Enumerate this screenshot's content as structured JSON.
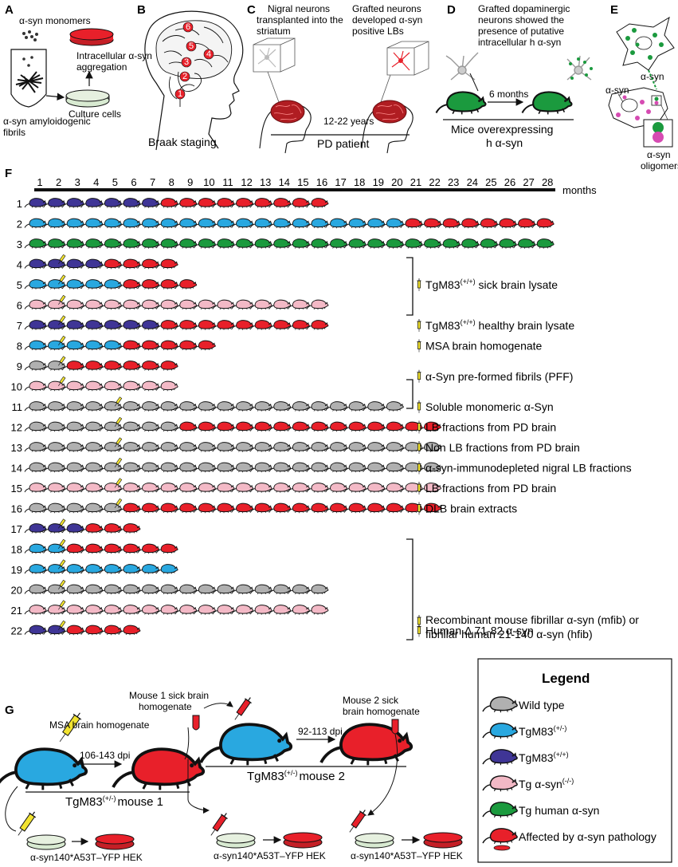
{
  "panel_letters": [
    "A",
    "B",
    "C",
    "D",
    "E",
    "F",
    "G"
  ],
  "panelA": {
    "monomers": "α-syn monomers",
    "aggregation_line1": "Intracellular α-syn",
    "aggregation_line2": "aggregation",
    "culture": "Culture cells",
    "fibrils_line1": "α-syn amyloidogenic",
    "fibrils_line2": "fibrils"
  },
  "panelB": {
    "caption": "Braak staging",
    "stages": [
      "1",
      "2",
      "3",
      "4",
      "5",
      "6"
    ]
  },
  "panelC": {
    "nigral_line1": "Nigral neurons",
    "nigral_line2": "transplanted into the",
    "nigral_line3": "striatum",
    "grafted_line1": "Grafted neurons",
    "grafted_line2": "developed α-syn",
    "grafted_line3": "positive LBs",
    "years": "12-22 years",
    "caption": "PD patient"
  },
  "panelD": {
    "grafted_line1": "Grafted dopaminergic",
    "grafted_line2": "neurons showed the",
    "grafted_line3": "presence of putative",
    "grafted_line4": "intracellular h α-syn",
    "months": "6 months",
    "caption_line1": "Mice overexpressing",
    "caption_line2": "h α-syn"
  },
  "panelE": {
    "asyn_a": "α-syn",
    "asyn_b": "α-syn",
    "oligo_line1": "α-syn",
    "oligo_line2": "oligomers"
  },
  "panelF": {
    "months_label": "months",
    "timeline": [
      "1",
      "2",
      "3",
      "4",
      "5",
      "6",
      "7",
      "8",
      "9",
      "10",
      "11",
      "12",
      "13",
      "14",
      "15",
      "16",
      "17",
      "18",
      "19",
      "20",
      "21",
      "22",
      "23",
      "24",
      "25",
      "26",
      "27",
      "28"
    ],
    "rows": [
      {
        "n": "1",
        "seq": "PPPPPPPRRRRRRRRR",
        "inj": 0
      },
      {
        "n": "2",
        "seq": "BBBBBBBBBBBBBBBBBBBBRRRRRRRR",
        "inj": 0
      },
      {
        "n": "3",
        "seq": "GGGGGGGGGGGGGGGGGGGGGGGGGGGG",
        "inj": 0
      },
      {
        "n": "4",
        "seq": "PPPPRRRR",
        "inj": 2
      },
      {
        "n": "5",
        "seq": "BBBBBRRRR",
        "inj": 2
      },
      {
        "n": "6",
        "seq": "KKKKKKKKKKKKKKKK",
        "inj": 2
      },
      {
        "n": "7",
        "seq": "PPPPPPPRRRRRRRRR",
        "inj": 2
      },
      {
        "n": "8",
        "seq": "BBBBBRRRRR",
        "inj": 2
      },
      {
        "n": "9",
        "seq": "WWRRRRRR",
        "inj": 2
      },
      {
        "n": "10",
        "seq": "KKKKKKKK",
        "inj": 2
      },
      {
        "n": "11",
        "seq": "WWWWWWWWWWWWWWWWWWWW",
        "inj": 5
      },
      {
        "n": "12",
        "seq": "WWWWWWWWRRRRRRRRRRRRRR",
        "inj": 5
      },
      {
        "n": "13",
        "seq": "WWWWWWWWWWWWWWWWWWWWWW",
        "inj": 5
      },
      {
        "n": "14",
        "seq": "WWWWWWWWWWWWWWWWWWWWWW",
        "inj": 5
      },
      {
        "n": "15",
        "seq": "KKKKKKKKKKKKKKKKKKKKKK",
        "inj": 5
      },
      {
        "n": "16",
        "seq": "WWWWWRRRRRRRRRRRRRRRRR",
        "inj": 5
      },
      {
        "n": "17",
        "seq": "PPPRRR",
        "inj": 2
      },
      {
        "n": "18",
        "seq": "BBRRRRRR",
        "inj": 2
      },
      {
        "n": "19",
        "seq": "BBBBBBBB",
        "inj": 2
      },
      {
        "n": "20",
        "seq": "WWWWWWWWWWWWWWWW",
        "inj": 2
      },
      {
        "n": "21",
        "seq": "KKKKKKKKKKKKKKKK",
        "inj": 2
      },
      {
        "n": "22",
        "seq": "PPRRRR",
        "inj": 2
      }
    ],
    "labels": [
      {
        "text": "TgM83",
        "sup": "(+/+)",
        "rest": " sick brain lysate",
        "row": 5
      },
      {
        "text": "TgM83",
        "sup": "(+/+)",
        "rest": " healthy brain lysate",
        "row": 7
      },
      {
        "text": "MSA brain homogenate",
        "sup": "",
        "rest": "",
        "row": 8
      },
      {
        "text": "α-Syn pre-formed fibrils (PFF)",
        "sup": "",
        "rest": "",
        "row": 9.5
      },
      {
        "text": "Soluble monomeric α-Syn",
        "sup": "",
        "rest": "",
        "row": 11
      },
      {
        "text": "LB fractions  from PD brain",
        "sup": "",
        "rest": "",
        "row": 12
      },
      {
        "text": "Non LB fractions  from PD brain",
        "sup": "",
        "rest": "",
        "row": 13
      },
      {
        "text": "α-syn-immunodepleted nigral LB fractions",
        "sup": "",
        "rest": "",
        "row": 14
      },
      {
        "text": "LB fractions  from PD brain",
        "sup": "",
        "rest": "",
        "row": 15
      },
      {
        "text": "DLB brain extracts",
        "sup": "",
        "rest": "",
        "row": 16
      },
      {
        "text": "Human Δ 71-82 α-syn",
        "sup": "",
        "rest": "",
        "row": 22
      }
    ],
    "recomb_line1": "Recombinant mouse fibrillar α-syn  (mfib) or",
    "recomb_line2": "fibrillar human 21-140 α-syn (hfib)"
  },
  "panelG": {
    "msa": "MSA brain homogenate",
    "dpi1": "106-143 dpi",
    "mouse1_sick_line1": "Mouse 1 sick brain",
    "mouse1_sick_line2": "homogenate",
    "dpi2": "92-113 dpi",
    "mouse2_sick_line1": "Mouse 2 sick",
    "mouse2_sick_line2": "brain homogenate",
    "mouse1_label": "TgM83",
    "mouse1_sup": "(+/-)",
    "mouse1_rest": "mouse 1",
    "mouse2_label": "TgM83",
    "mouse2_sup": "(+/-)",
    "mouse2_rest": "mouse 2",
    "hek": "α-syn140*A53T–YFP HEK"
  },
  "legend": {
    "title": "Legend",
    "items": [
      {
        "text": "Wild type",
        "sup": "",
        "color": "#b0b0b0"
      },
      {
        "text": "TgM83",
        "sup": "(+/-)",
        "color": "#29a8e0"
      },
      {
        "text": "TgM83",
        "sup": "(+/+)",
        "color": "#3f3596"
      },
      {
        "text": "Tg α-syn",
        "sup": "(-/-)",
        "color": "#f3b9c6"
      },
      {
        "text": "Tg human α-syn",
        "sup": "",
        "color": "#1b9a3e"
      },
      {
        "text": "Affected by α-syn pathology",
        "sup": "",
        "color": "#e8202a"
      }
    ]
  },
  "colors": {
    "P": "#3f3596",
    "B": "#29a8e0",
    "G": "#1b9a3e",
    "R": "#e8202a",
    "W": "#b0b0b0",
    "K": "#f3b9c6",
    "syringe": "#f2e330"
  }
}
